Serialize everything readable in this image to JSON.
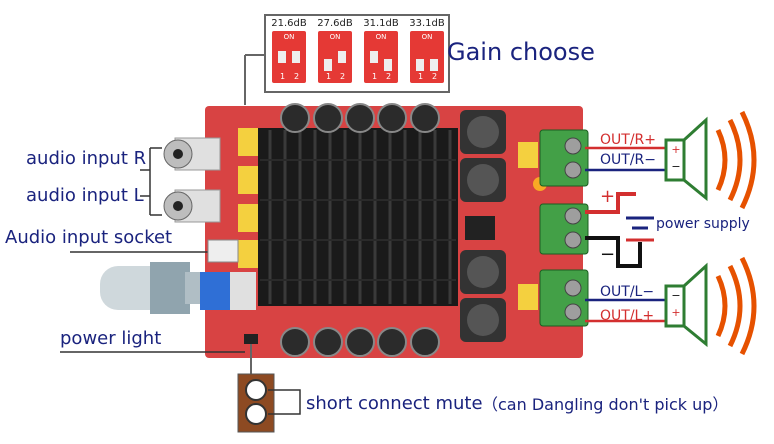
{
  "gain": {
    "title": "Gain choose",
    "switches": [
      {
        "db": "21.6dB",
        "on": "ON",
        "n1": "1",
        "n2": "2"
      },
      {
        "db": "27.6dB",
        "on": "ON",
        "n1": "1",
        "n2": "2"
      },
      {
        "db": "31.1dB",
        "on": "ON",
        "n1": "1",
        "n2": "2"
      },
      {
        "db": "33.1dB",
        "on": "ON",
        "n1": "1",
        "n2": "2"
      }
    ]
  },
  "left_labels": {
    "audio_input_r": "audio input R",
    "audio_input_l": "audio input L",
    "audio_input_socket": "Audio input socket",
    "power_light": "power light"
  },
  "right_labels": {
    "out_r_plus": "OUT/R+",
    "out_r_minus": "OUT/R−",
    "out_l_minus": "OUT/L−",
    "out_l_plus": "OUT/L+",
    "power_supply": "power supply",
    "plus": "+",
    "minus": "−",
    "spk_plus": "+",
    "spk_minus": "−"
  },
  "bottom": {
    "mute": "short connect mute",
    "note": "（can Dangling don't pick up）"
  },
  "colors": {
    "pcb": "#d84343",
    "heatsink": "#1a1a1a",
    "label_blue": "#1a237e",
    "label_red": "#d32f2f",
    "terminal_green": "#43a047",
    "speaker_green": "#2e7d32",
    "wave_orange": "#e65100"
  }
}
